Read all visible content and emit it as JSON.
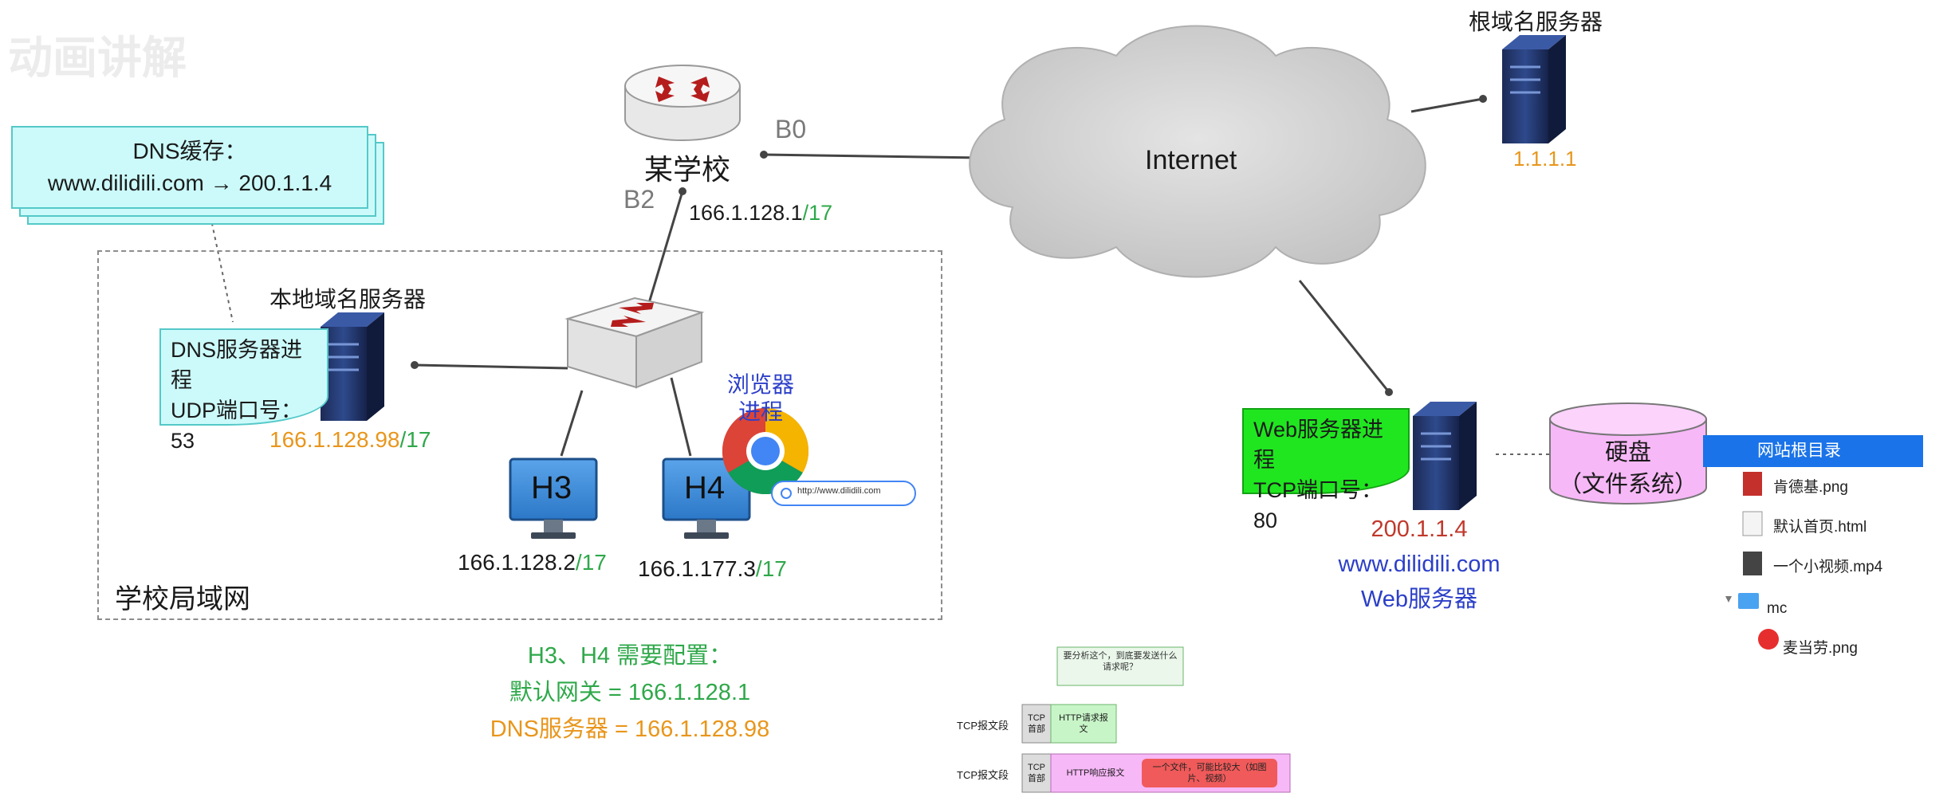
{
  "watermark": {
    "text": "动画讲解"
  },
  "dns_cache": {
    "title": "DNS缓存：",
    "entry": "www.dilidili.com → 200.1.1.4"
  },
  "router": {
    "name": "某学校",
    "port_b0": "B0",
    "port_b2": "B2",
    "ip": "166.1.128.1",
    "mask": "/17"
  },
  "internet": {
    "label": "Internet"
  },
  "root_dns": {
    "title": "根域名服务器",
    "ip": "1.1.1.1"
  },
  "local_dns": {
    "title": "本地域名服务器",
    "process_line1": "DNS服务器进程",
    "process_line2": "UDP端口号：53",
    "ip": "166.1.128.98",
    "mask": "/17"
  },
  "lan": {
    "label": "学校局域网"
  },
  "h3": {
    "label": "H3",
    "ip": "166.1.128.2",
    "mask": "/17"
  },
  "h4": {
    "label": "H4",
    "ip": "166.1.177.3",
    "mask": "/17"
  },
  "browser": {
    "label_line1": "浏览器",
    "label_line2": "进程",
    "url": "http://www.dilidili.com"
  },
  "config": {
    "title": "H3、H4 需要配置：",
    "gateway": "默认网关 = 166.1.128.1",
    "dns": "DNS服务器 = 166.1.128.98"
  },
  "web_server": {
    "process_line1": "Web服务器进程",
    "process_line2": "TCP端口号：80",
    "ip": "200.1.1.4",
    "domain": "www.dilidili.com",
    "role": "Web服务器"
  },
  "disk": {
    "line1": "硬盘",
    "line2": "（文件系统）"
  },
  "files": {
    "header": "网站根目录",
    "items": [
      {
        "name": "肯德基.png"
      },
      {
        "name": "默认首页.html"
      },
      {
        "name": "一个小视频.mp4"
      },
      {
        "name": "mc"
      },
      {
        "name": "麦当劳.png"
      }
    ]
  },
  "tcp_demo": {
    "question": "要分析这个，到底要发送什么请求呢？",
    "seg1_label": "TCP报文段",
    "seg1_header": "TCP首部",
    "seg1_payload": "HTTP请求报文",
    "seg2_label": "TCP报文段",
    "seg2_header": "TCP首部",
    "seg2_payload": "HTTP响应报文",
    "seg2_note": "一个文件，可能比较大（如图片、视频）"
  },
  "colors": {
    "cache_fill": "#ccfafa",
    "web_proc_fill": "#20e620",
    "disk_fill": "#f7b8f7",
    "green_text": "#2fa84a",
    "orange_text": "#e8961c",
    "blue_text": "#2b3fc8",
    "folder_blue": "#1a73e8"
  },
  "icons": [
    "router-icon",
    "switch-icon",
    "server-icon",
    "monitor-icon",
    "chrome-icon",
    "cloud-icon",
    "disk-icon",
    "folder-icon",
    "file-icon"
  ]
}
